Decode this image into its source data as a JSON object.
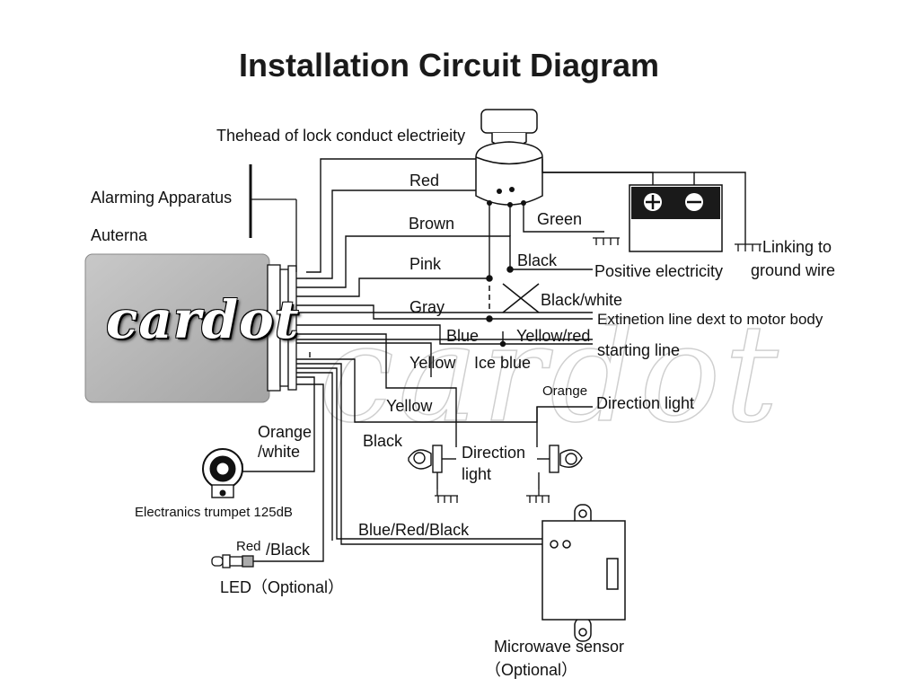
{
  "title": "Installation Circuit Diagram",
  "brand": "cardot",
  "watermark": "cardot",
  "labels": {
    "lock_head": "Thehead of lock conduct electrieity",
    "alarming": "Alarming Apparatus",
    "antenna": "Auterna",
    "red": "Red",
    "brown": "Brown",
    "pink": "Pink",
    "gray": "Gray",
    "green": "Green",
    "black_top": "Black",
    "positive": "Positive electricity",
    "linking_1": "Linking to",
    "linking_2": "ground wire",
    "black_white": "Black/white",
    "extinction": "Extinetion line dext to motor body",
    "blue": "Blue",
    "yellow_red": "Yellow/red",
    "starting": "starting line",
    "yellow_1": "Yellow",
    "ice_blue": "Ice blue",
    "orange": "Orange",
    "direction_light_r": "Direction light",
    "yellow_2": "Yellow",
    "black_left": "Black",
    "direction_1": "Direction",
    "direction_2": "light",
    "orange_white_1": "Orange",
    "orange_white_2": "/white",
    "trumpet": "Electranics trumpet 125dB",
    "red_small": "Red",
    "black_small": "/Black",
    "led": "LED（Optional）",
    "blue_red_black": "Blue/Red/Black",
    "microwave": "Microwave  sensor",
    "optional": "（Optional）"
  },
  "icons": [
    "lock-head-icon",
    "battery-icon",
    "siren-icon",
    "led-icon",
    "bulb-icon",
    "ground-icon",
    "antenna-icon",
    "switch-icon",
    "microwave-sensor-icon"
  ]
}
